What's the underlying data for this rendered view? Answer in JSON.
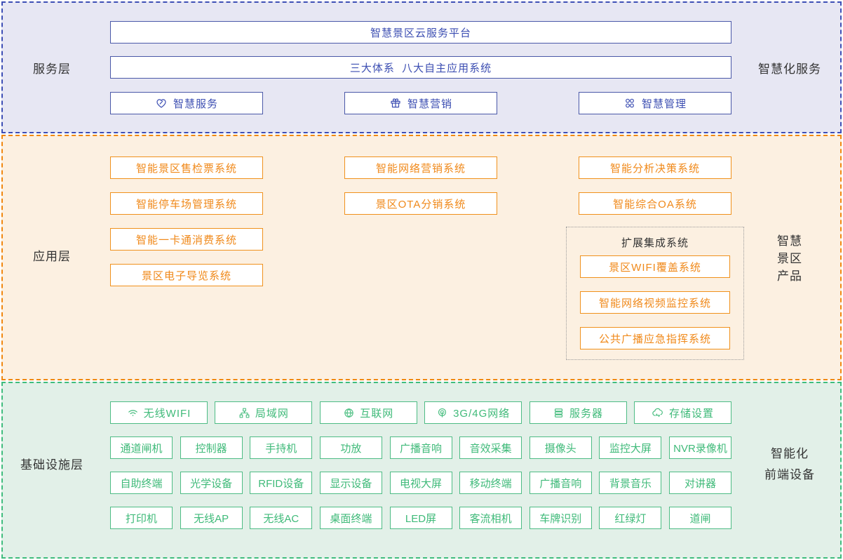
{
  "colors": {
    "service_accent": "#3d4eb5",
    "service_bg": "#e7e7f3",
    "application_accent": "#f0891a",
    "application_bg": "#fcf0e1",
    "infrastructure_accent": "#3fba79",
    "infrastructure_bg": "#e2f0e8",
    "label_text": "#333333"
  },
  "service_layer": {
    "left_label": "服务层",
    "right_label": "智慧化服务",
    "banner1": "智慧景区云服务平台",
    "banner2": "三大体系  八大自主应用系统",
    "items": [
      {
        "label": "智慧服务",
        "icon": "heart-icon"
      },
      {
        "label": "智慧营销",
        "icon": "gift-icon"
      },
      {
        "label": "智慧管理",
        "icon": "four-circles-icon"
      }
    ]
  },
  "application_layer": {
    "left_label": "应用层",
    "right_label_lines": [
      "智慧",
      "景区",
      "产品"
    ],
    "column1": [
      "智能景区售检票系统",
      "智能停车场管理系统",
      "智能一卡通消费系统",
      "景区电子导览系统"
    ],
    "column2": [
      "智能网络营销系统",
      "景区OTA分销系统"
    ],
    "column3": [
      "智能分析决策系统",
      "智能综合OA系统"
    ],
    "extension_group": {
      "title": "扩展集成系统",
      "items": [
        "景区WIFI覆盖系统",
        "智能网络视频监控系统",
        "公共广播应急指挥系统"
      ]
    }
  },
  "infrastructure_layer": {
    "left_label": "基础设施层",
    "right_label_lines": [
      "智能化",
      "前端设备"
    ],
    "network_row": [
      {
        "label": "无线WIFI",
        "icon": "wifi-icon"
      },
      {
        "label": "局域网",
        "icon": "lan-icon"
      },
      {
        "label": "互联网",
        "icon": "globe-icon"
      },
      {
        "label": "3G/4G网络",
        "icon": "signal-icon"
      },
      {
        "label": "服务器",
        "icon": "server-icon"
      },
      {
        "label": "存储设置",
        "icon": "cloud-sync-icon"
      }
    ],
    "device_rows": [
      [
        "通道闸机",
        "控制器",
        "手持机",
        "功放",
        "广播音响",
        "音效采集",
        "摄像头",
        "监控大屏",
        "NVR录像机"
      ],
      [
        "自助终端",
        "光学设备",
        "RFID设备",
        "显示设备",
        "电视大屏",
        "移动终端",
        "广播音响",
        "背景音乐",
        "对讲器"
      ],
      [
        "打印机",
        "无线AP",
        "无线AC",
        "桌面终端",
        "LED屏",
        "客流相机",
        "车牌识别",
        "红绿灯",
        "道闸"
      ]
    ]
  }
}
